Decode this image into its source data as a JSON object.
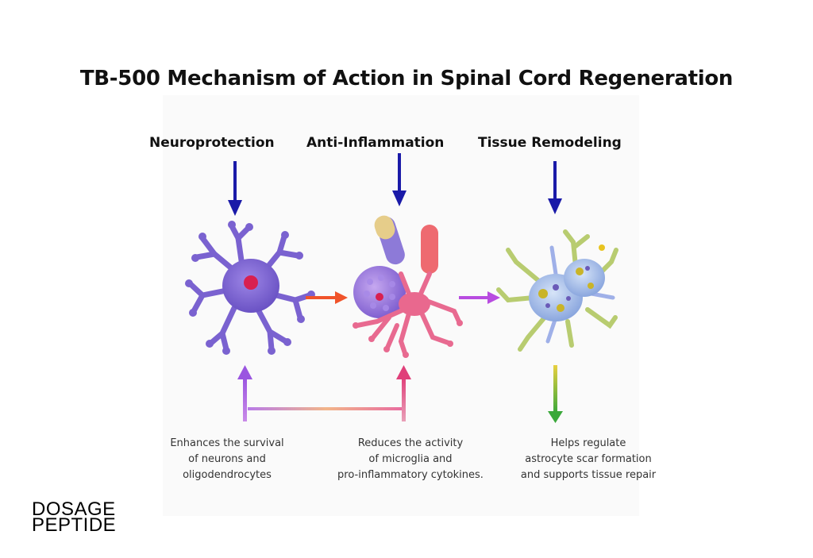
{
  "title": "TB-500 Mechanism of Action in Spinal Cord Regeneration",
  "headings": [
    "Neuroprotection",
    "Anti-Inflammation",
    "Tissue Remodeling"
  ],
  "captions": [
    [
      "Enhances the survival",
      "of neurons and",
      "oligodendrocytes"
    ],
    [
      "Reduces the activity",
      "of microglia and",
      "pro-inflammatory cytokines."
    ],
    [
      "Helps regulate",
      "astrocyte scar formation",
      "and supports tissue repair"
    ]
  ],
  "logo": [
    "DOSAGE",
    "PEPTIDE"
  ],
  "colors": {
    "down_arrow": "#1a1aa8",
    "arrow_orange": "#f0532a",
    "arrow_purple": "#b84ce0",
    "neuron": "#7a62d0",
    "microglia": "#e05a8a",
    "astrocyte": "#9fb8e8"
  },
  "icons": [
    "neuron-cell-icon",
    "microglia-cell-icon",
    "astrocyte-cell-icon"
  ]
}
